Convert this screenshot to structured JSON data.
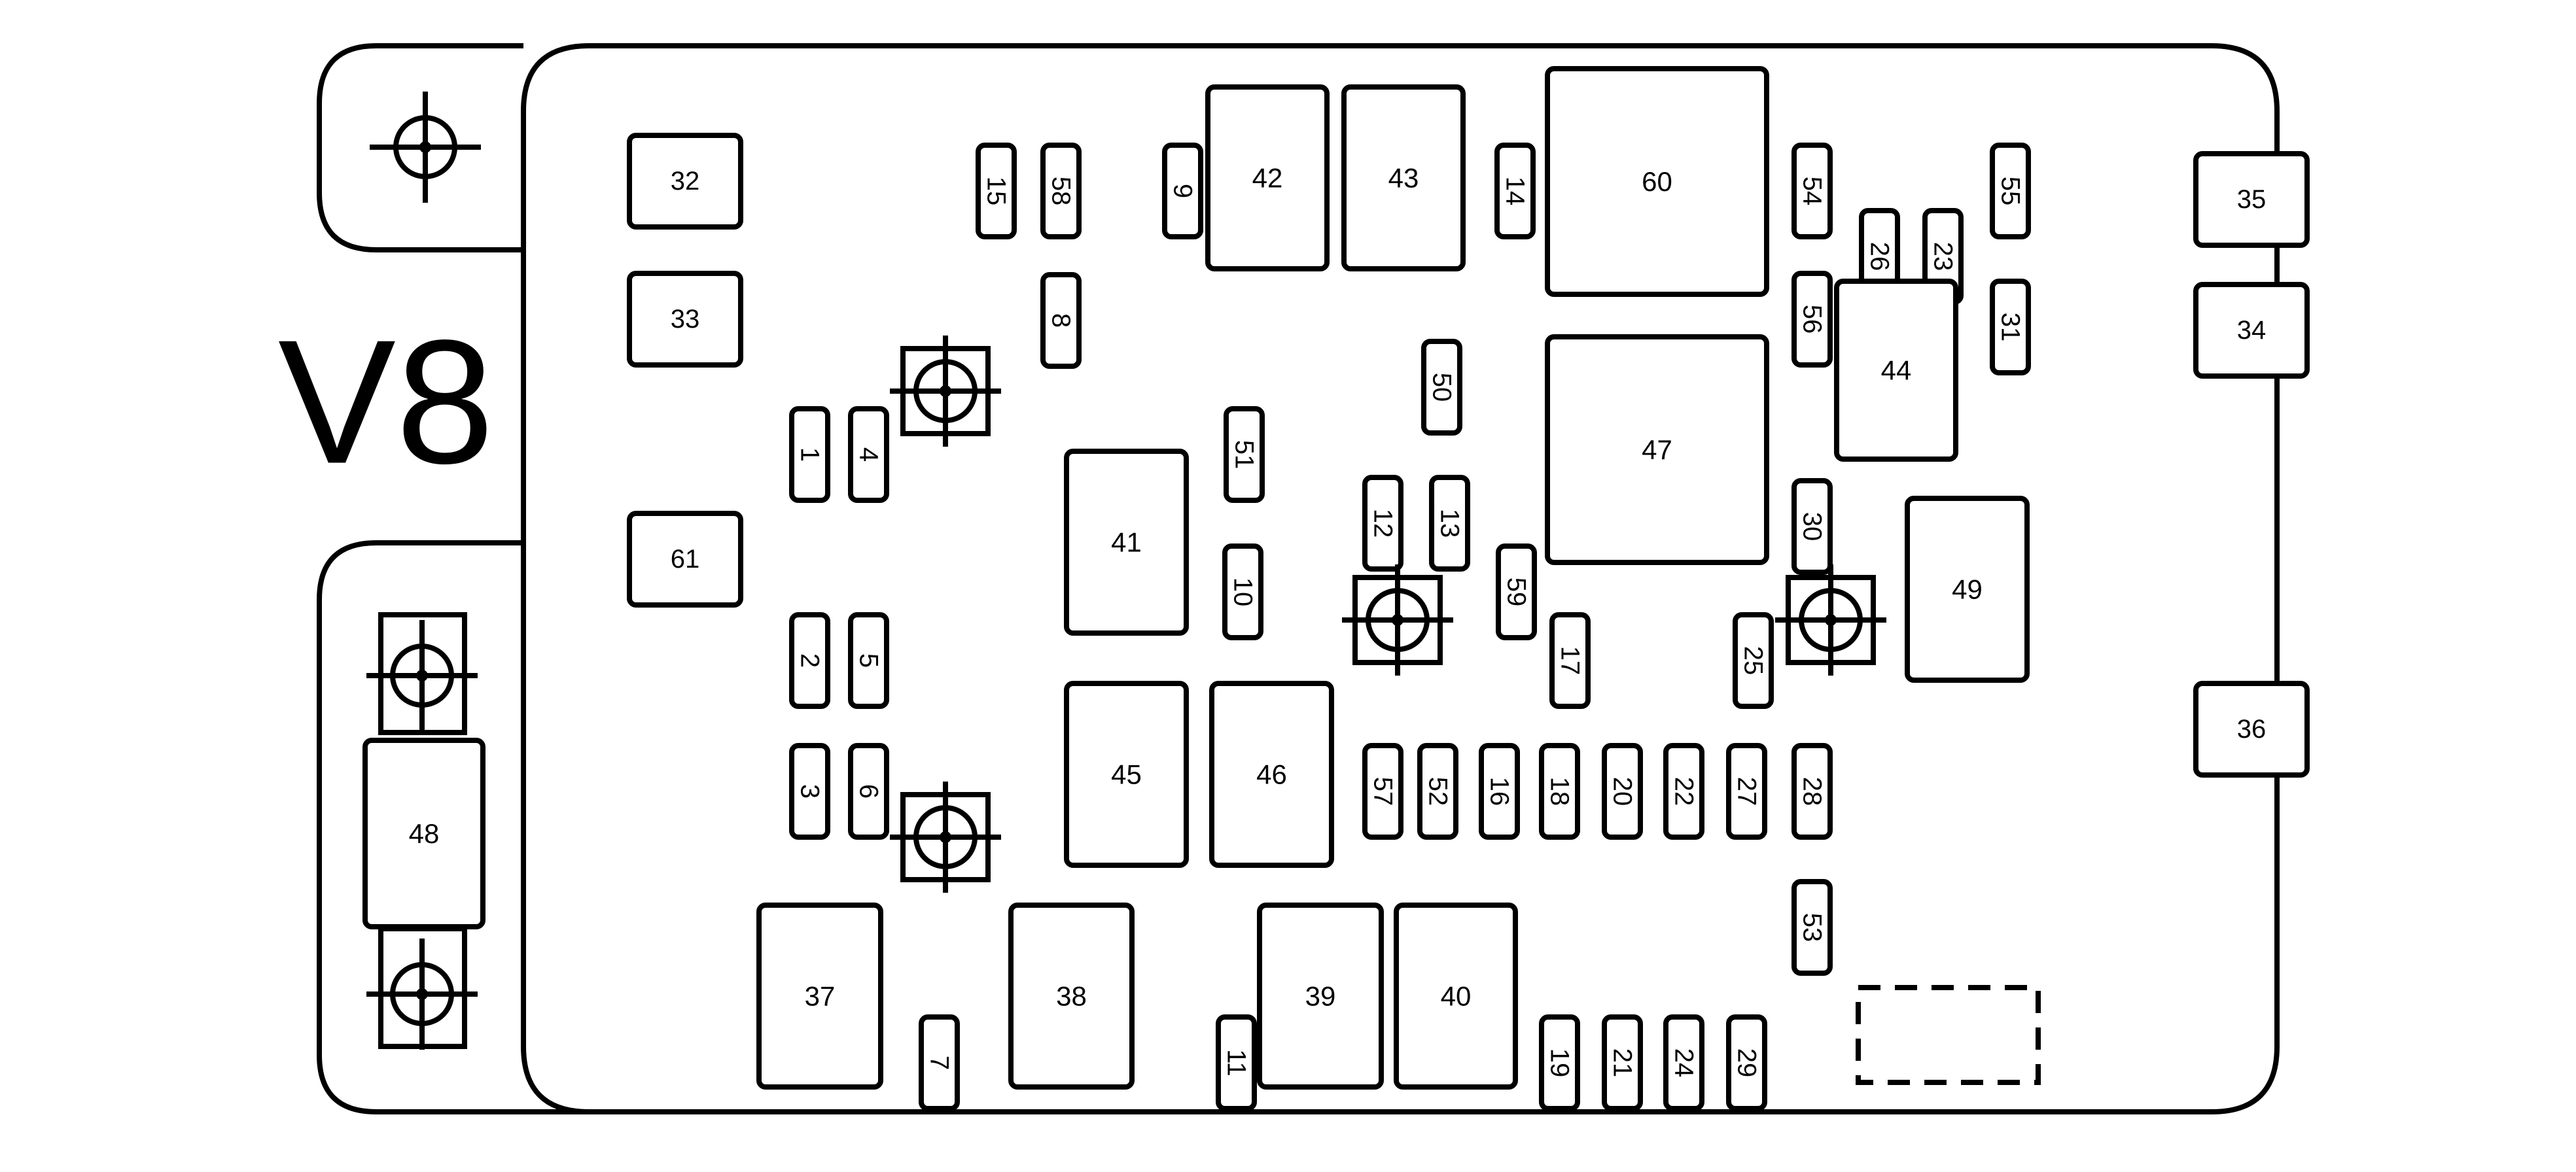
{
  "engine_label": "V8",
  "colors": {
    "stroke": "#000000",
    "background": "#ffffff"
  },
  "icons": {
    "mounting_point": "crosshair-mount-icon"
  },
  "fuses": [
    "1",
    "2",
    "3",
    "4",
    "5",
    "6",
    "7",
    "8",
    "9",
    "10",
    "11",
    "12",
    "13",
    "14",
    "15",
    "16",
    "17",
    "18",
    "19",
    "20",
    "21",
    "22",
    "23",
    "24",
    "25",
    "26",
    "27",
    "28",
    "29",
    "30",
    "31",
    "50",
    "51",
    "52",
    "53",
    "54",
    "55",
    "56",
    "57",
    "58",
    "59"
  ],
  "relays_small": [
    "32",
    "33",
    "34",
    "35",
    "36",
    "61"
  ],
  "relays_large": [
    "37",
    "38",
    "39",
    "40",
    "41",
    "42",
    "43",
    "44",
    "45",
    "46",
    "47",
    "49",
    "60"
  ],
  "fusible_link": "48"
}
